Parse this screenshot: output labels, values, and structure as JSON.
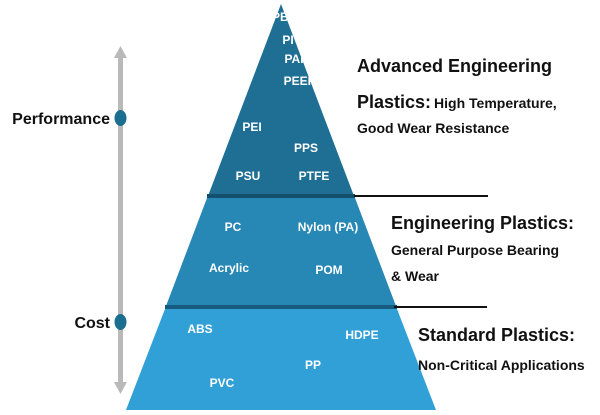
{
  "axis": {
    "top_label": "Performance",
    "bottom_label": "Cost"
  },
  "tiers": [
    {
      "name": "Advanced Engineering",
      "title_line1": "Advanced Engineering",
      "title_line2": "Plastics:",
      "desc_line1": "High Temperature,",
      "desc_line2": "Good Wear Resistance",
      "color": "#1f6f95",
      "materials": [
        "PBI",
        "PI",
        "PAI",
        "PEEK",
        "PEI",
        "PPS",
        "PSU",
        "PTFE"
      ]
    },
    {
      "name": "Engineering",
      "title": "Engineering Plastics:",
      "desc_line1": "General Purpose Bearing",
      "desc_line2": "& Wear",
      "color": "#2787b5",
      "materials": [
        "PC",
        "Nylon (PA)",
        "Acrylic",
        "POM"
      ]
    },
    {
      "name": "Standard",
      "title": "Standard Plastics:",
      "desc_line1": "Non-Critical Applications",
      "color": "#30a0d6",
      "materials": [
        "ABS",
        "HDPE",
        "PP",
        "PVC"
      ]
    }
  ]
}
